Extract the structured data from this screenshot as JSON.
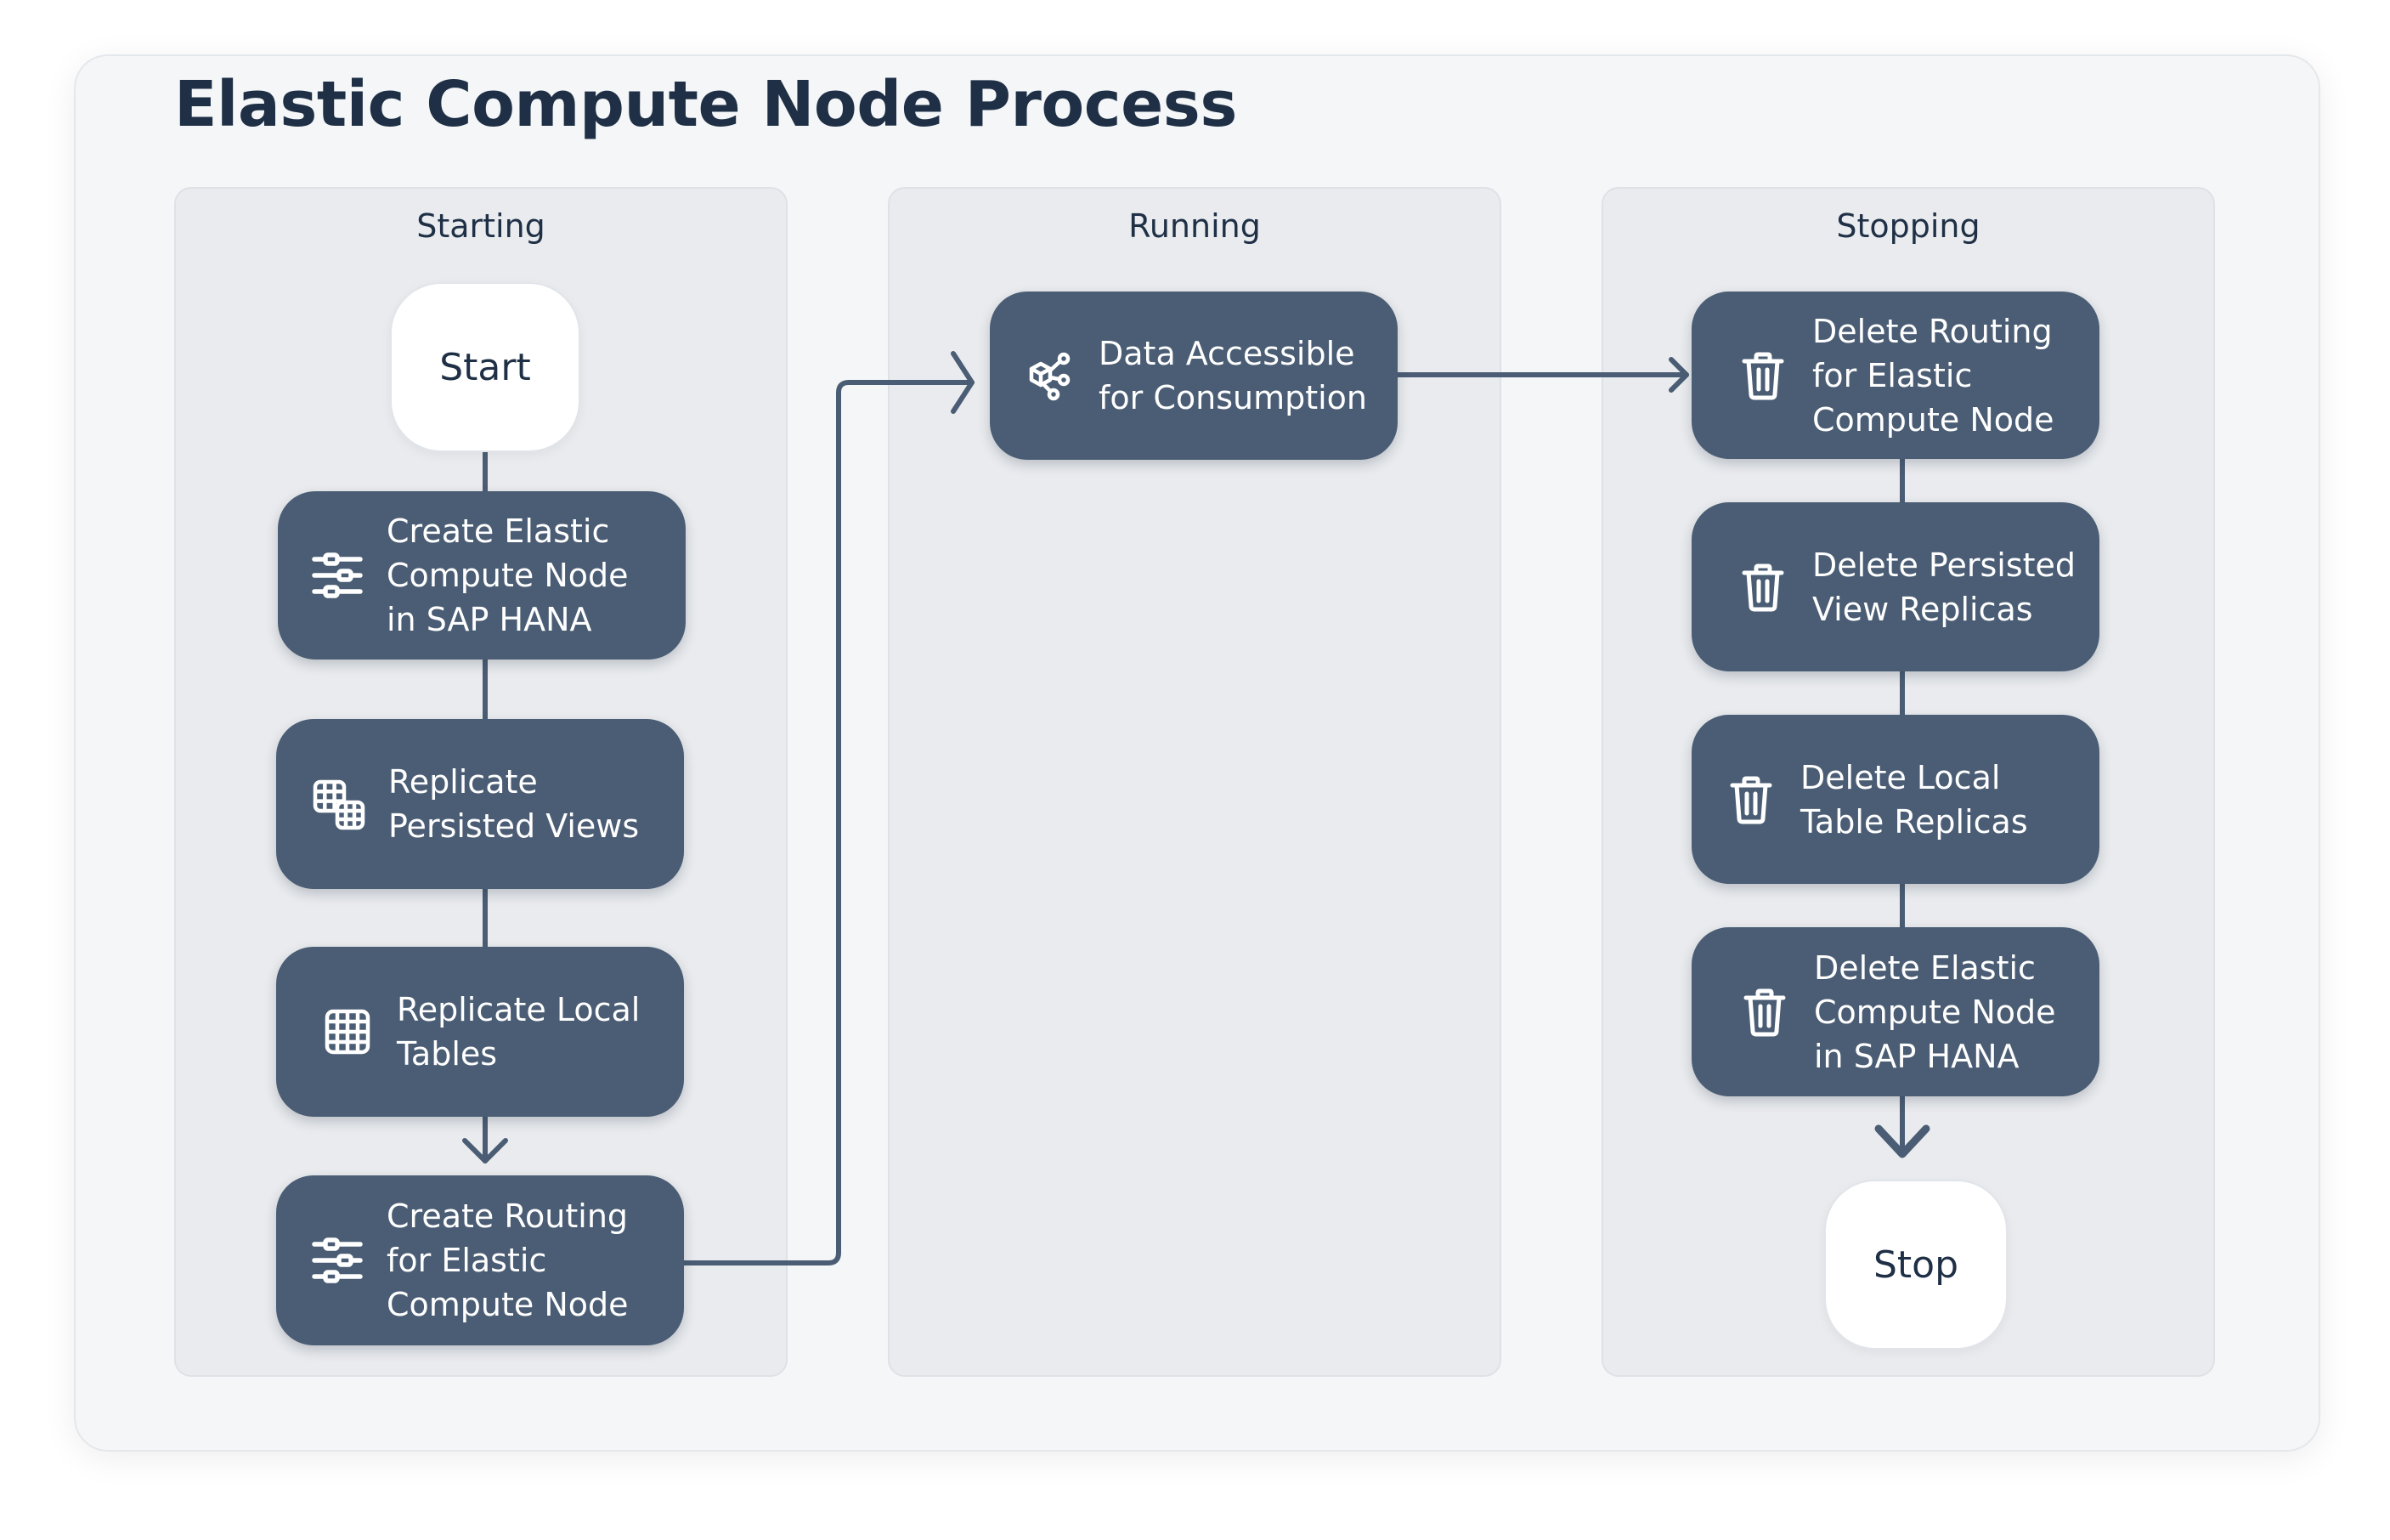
{
  "title": "Elastic Compute Node Process",
  "lanes": [
    {
      "title": "Starting"
    },
    {
      "title": "Running"
    },
    {
      "title": "Stopping"
    }
  ],
  "terminals": {
    "start": "Start",
    "stop": "Stop"
  },
  "nodes": {
    "create_ecn": {
      "label": "Create Elastic\nCompute Node\nin SAP HANA",
      "icon": "routing-icon"
    },
    "replicate_views": {
      "label": "Replicate\nPersisted Views",
      "icon": "views-icon"
    },
    "replicate_tables": {
      "label": "Replicate Local\nTables",
      "icon": "table-icon"
    },
    "create_routing": {
      "label": "Create Routing\nfor Elastic\nCompute Node",
      "icon": "routing-icon"
    },
    "data_accessible": {
      "label": "Data Accessible\nfor Consumption",
      "icon": "network-icon"
    },
    "delete_routing": {
      "label": "Delete Routing\nfor Elastic\nCompute Node",
      "icon": "trash-icon"
    },
    "delete_views": {
      "label": "Delete Persisted\nView Replicas",
      "icon": "trash-icon"
    },
    "delete_tables": {
      "label": "Delete Local\nTable  Replicas",
      "icon": "trash-icon"
    },
    "delete_ecn": {
      "label": "Delete Elastic\nCompute Node\nin SAP HANA",
      "icon": "trash-icon"
    }
  },
  "colors": {
    "node_fill": "#4a5d74",
    "connector": "#4a5d74",
    "title_text": "#1f3046",
    "lane_fill": "#e9ebee",
    "card_fill": "#f4f6f8"
  }
}
